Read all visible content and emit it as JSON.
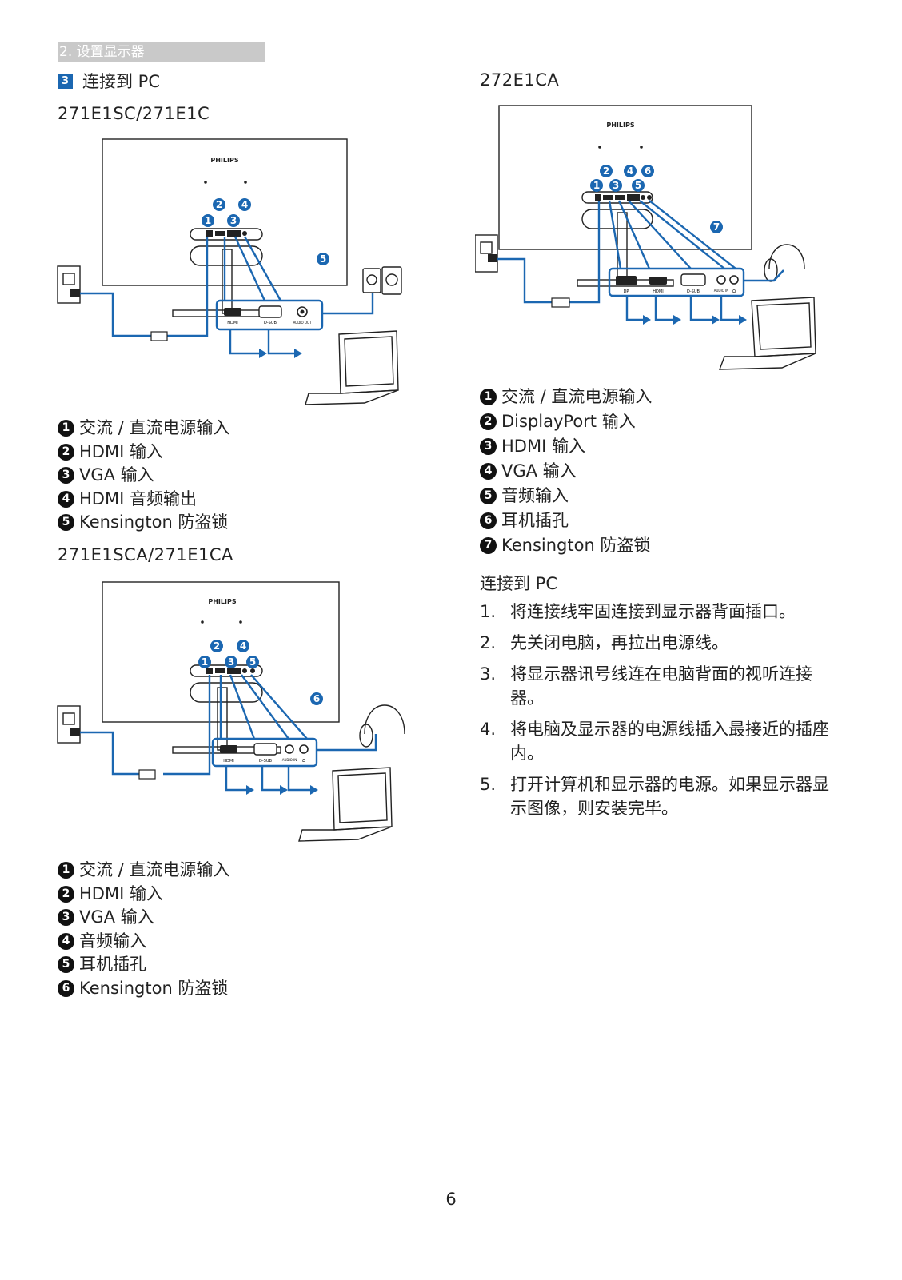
{
  "section": {
    "title": "2. 设置显示器"
  },
  "step": {
    "number": "3",
    "title": "连接到 PC"
  },
  "colors": {
    "accent": "#1b67b1",
    "section_bar": "#c9c9c9",
    "line": "#1b67b1"
  },
  "left": {
    "model1": {
      "name": "271E1SC/271E1C",
      "brand": "PHILIPS",
      "port_labels": [
        "HDMI",
        "D-SUB",
        "AUDIO OUT"
      ],
      "legend": [
        {
          "num": "1",
          "text": "交流 / 直流电源输入"
        },
        {
          "num": "2",
          "text": "HDMI 输入"
        },
        {
          "num": "3",
          "text": "VGA 输入"
        },
        {
          "num": "4",
          "text": "HDMI 音频输出"
        },
        {
          "num": "5",
          "text": "Kensington 防盗锁"
        }
      ]
    },
    "model2": {
      "name": "271E1SCA/271E1CA",
      "brand": "PHILIPS",
      "port_labels": [
        "HDMI",
        "D-SUB",
        "AUDIO IN",
        "Ω"
      ],
      "legend": [
        {
          "num": "1",
          "text": "交流 / 直流电源输入"
        },
        {
          "num": "2",
          "text": "HDMI 输入"
        },
        {
          "num": "3",
          "text": "VGA 输入"
        },
        {
          "num": "4",
          "text": "音频输入"
        },
        {
          "num": "5",
          "text": "耳机插孔"
        },
        {
          "num": "6",
          "text": "Kensington 防盗锁"
        }
      ]
    }
  },
  "right": {
    "model3": {
      "name": "272E1CA",
      "brand": "PHILIPS",
      "port_labels": [
        "DP",
        "HDMI",
        "D-SUB",
        "AUDIO IN",
        "Ω"
      ],
      "legend": [
        {
          "num": "1",
          "text": "交流 / 直流电源输入"
        },
        {
          "num": "2",
          "text": "DisplayPort 输入"
        },
        {
          "num": "3",
          "text": "HDMI 输入"
        },
        {
          "num": "4",
          "text": "VGA 输入"
        },
        {
          "num": "5",
          "text": "音频输入"
        },
        {
          "num": "6",
          "text": "耳机插孔"
        },
        {
          "num": "7",
          "text": "Kensington 防盗锁"
        }
      ]
    },
    "connect": {
      "heading": "连接到 PC",
      "steps": [
        {
          "n": "1.",
          "text": "将连接线牢固连接到显示器背面插口。"
        },
        {
          "n": "2.",
          "text": "先关闭电脑，再拉出电源线。"
        },
        {
          "n": "3.",
          "text": "将显示器讯号线连在电脑背面的视听连接器。"
        },
        {
          "n": "4.",
          "text": "将电脑及显示器的电源线插入最接近的插座内。"
        },
        {
          "n": "5.",
          "text": "打开计算机和显示器的电源。如果显示器显示图像，则安装完毕。"
        }
      ]
    }
  },
  "page": {
    "number": "6"
  }
}
